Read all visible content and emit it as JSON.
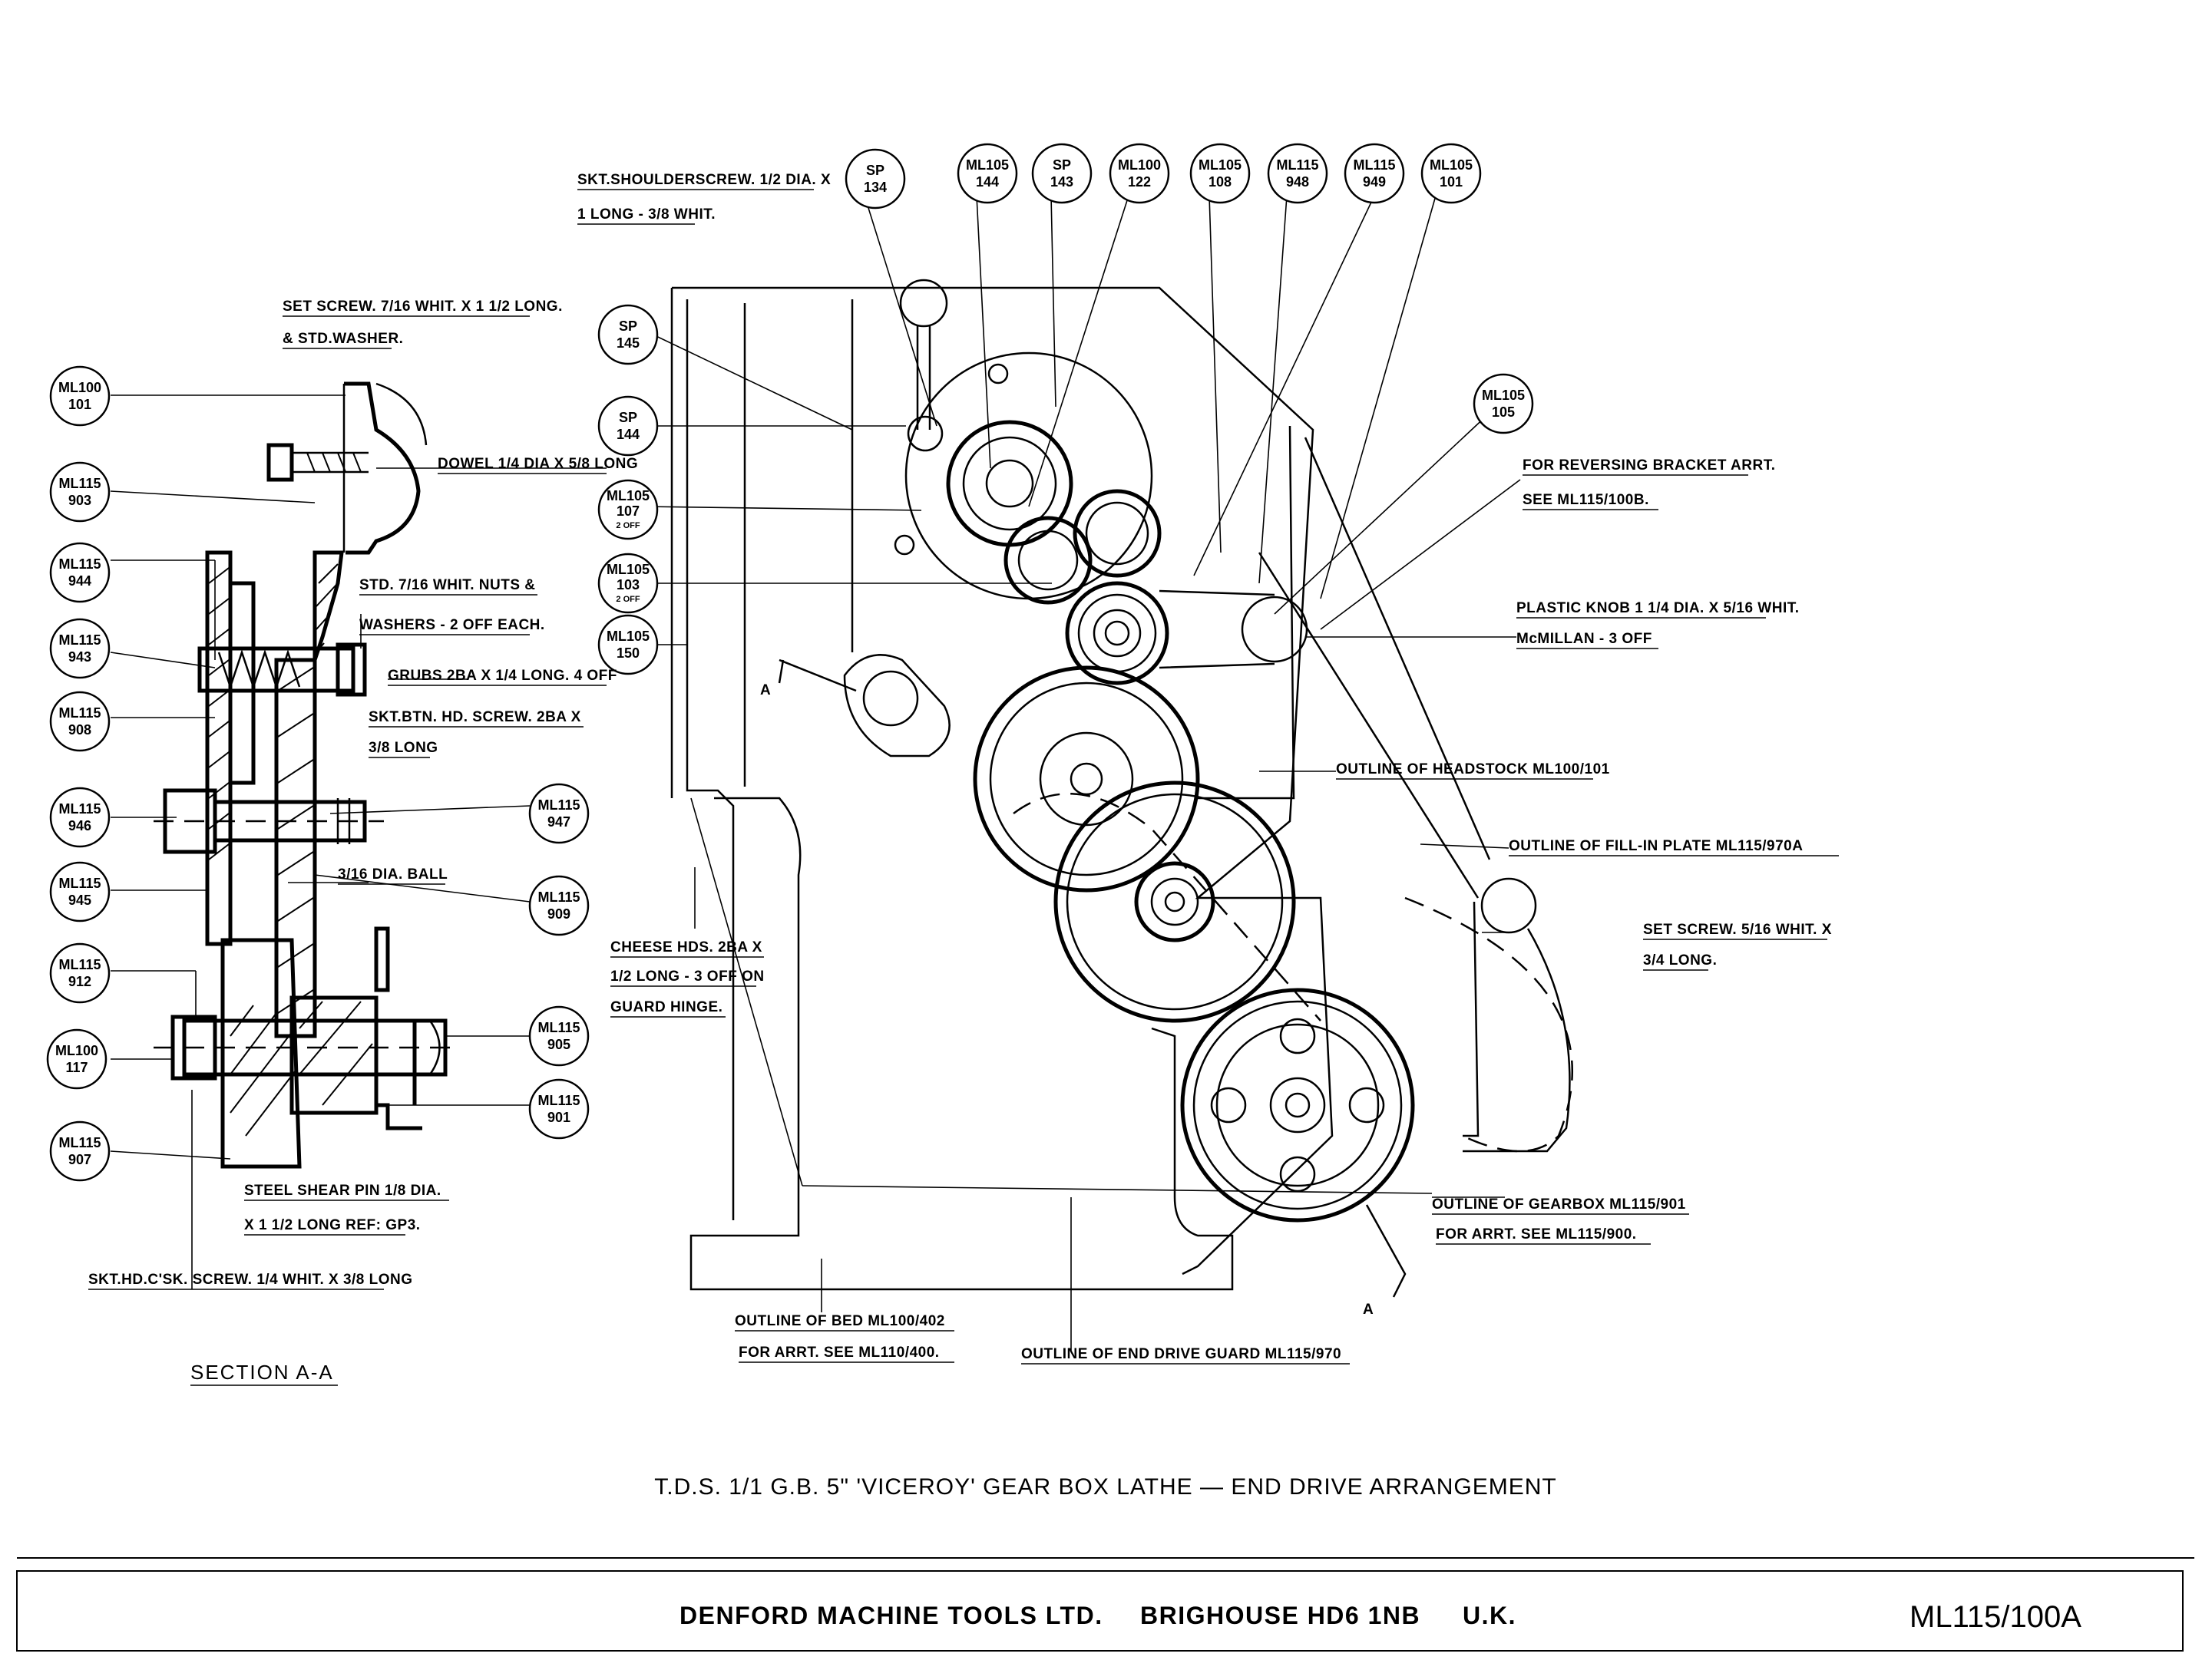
{
  "balloons": [
    {
      "id": "b-ml100-101-left",
      "top": "ML100",
      "bottom": "101"
    },
    {
      "id": "b-ml115-903",
      "top": "ML115",
      "bottom": "903"
    },
    {
      "id": "b-ml115-944",
      "top": "ML115",
      "bottom": "944"
    },
    {
      "id": "b-ml115-943",
      "top": "ML115",
      "bottom": "943"
    },
    {
      "id": "b-ml115-908",
      "top": "ML115",
      "bottom": "908"
    },
    {
      "id": "b-ml115-946",
      "top": "ML115",
      "bottom": "946"
    },
    {
      "id": "b-ml115-945",
      "top": "ML115",
      "bottom": "945"
    },
    {
      "id": "b-ml115-912",
      "top": "ML115",
      "bottom": "912"
    },
    {
      "id": "b-ml100-117",
      "top": "ML100",
      "bottom": "117"
    },
    {
      "id": "b-ml115-907",
      "top": "ML115",
      "bottom": "907"
    },
    {
      "id": "b-ml115-947",
      "top": "ML115",
      "bottom": "947"
    },
    {
      "id": "b-ml115-909",
      "top": "ML115",
      "bottom": "909"
    },
    {
      "id": "b-ml115-905",
      "top": "ML115",
      "bottom": "905"
    },
    {
      "id": "b-ml115-901",
      "top": "ML115",
      "bottom": "901"
    },
    {
      "id": "b-sp-145",
      "top": "SP",
      "bottom": "145"
    },
    {
      "id": "b-sp-144",
      "top": "SP",
      "bottom": "144"
    },
    {
      "id": "b-ml105-107",
      "top": "ML105",
      "bottom": "107",
      "note": "2 OFF"
    },
    {
      "id": "b-ml105-103",
      "top": "ML105",
      "bottom": "103",
      "note": "2 OFF"
    },
    {
      "id": "b-ml105-150",
      "top": "ML105",
      "bottom": "150"
    },
    {
      "id": "b-sp-134",
      "top": "SP",
      "bottom": "134"
    },
    {
      "id": "b-ml105-144",
      "top": "ML105",
      "bottom": "144"
    },
    {
      "id": "b-sp-143",
      "top": "SP",
      "bottom": "143"
    },
    {
      "id": "b-ml100-122",
      "top": "ML100",
      "bottom": "122"
    },
    {
      "id": "b-ml105-108",
      "top": "ML105",
      "bottom": "108"
    },
    {
      "id": "b-ml115-948",
      "top": "ML115",
      "bottom": "948"
    },
    {
      "id": "b-ml115-949",
      "top": "ML115",
      "bottom": "949"
    },
    {
      "id": "b-ml105-101",
      "top": "ML105",
      "bottom": "101"
    },
    {
      "id": "b-ml105-105",
      "top": "ML105",
      "bottom": "105"
    }
  ],
  "notes": {
    "set_screw_1": "SET SCREW. 7/16 WHIT. X 1 1/2 LONG.",
    "set_screw_2": "& STD.WASHER.",
    "dowel": "DOWEL 1/4 DIA X 5/8 LONG",
    "std_whit_1": "STD. 7/16 WHIT. NUTS &",
    "std_whit_2": "WASHERS - 2 OFF EACH.",
    "grubs": "GRUBS 2BA X 1/4 LONG. 4 OFF",
    "skt_btn_1": "SKT.BTN. HD. SCREW. 2BA X",
    "skt_btn_2": "3/8 LONG",
    "ball": "3/16 DIA. BALL",
    "steel_pin_1": "STEEL SHEAR PIN 1/8 DIA.",
    "steel_pin_2": "X 1 1/2 LONG REF: GP3.",
    "skt_csk": "SKT.HD.C'SK. SCREW. 1/4 WHIT. X 3/8 LONG",
    "section": "SECTION A-A",
    "shoulder_1": "SKT.SHOULDERSCREW. 1/2 DIA. X",
    "shoulder_2": "1 LONG - 3/8 WHIT.",
    "reversing_1": "FOR REVERSING BRACKET ARRT.",
    "reversing_2": "SEE ML115/100B.",
    "knob_1": "PLASTIC KNOB 1 1/4 DIA. X 5/16 WHIT.",
    "knob_2": "McMILLAN - 3 OFF",
    "headstock": "OUTLINE OF HEADSTOCK ML100/101",
    "fillin": "OUTLINE OF FILL-IN PLATE ML115/970A",
    "set_screw_r1": "SET SCREW. 5/16 WHIT. X",
    "set_screw_r2": "3/4 LONG.",
    "cheese_1": "CHEESE HDS. 2BA X",
    "cheese_2": "1/2 LONG - 3 OFF ON",
    "cheese_3": "GUARD HINGE.",
    "gearbox_1": "OUTLINE OF GEARBOX ML115/901",
    "gearbox_2": "FOR ARRT. SEE ML115/900.",
    "bed_1": "OUTLINE OF BED ML100/402",
    "bed_2": "FOR ARRT. SEE ML110/400.",
    "guard": "OUTLINE OF END DRIVE GUARD ML115/970",
    "section_mark": "A"
  },
  "caption": "T.D.S. 1/1 G.B. 5\" 'VICEROY' GEAR BOX LATHE — END DRIVE ARRANGEMENT",
  "footer": {
    "company": "DENFORD MACHINE TOOLS LTD.",
    "address": "BRIGHOUSE HD6 1NB",
    "country": "U.K.",
    "drawing_number": "ML115/100A"
  }
}
